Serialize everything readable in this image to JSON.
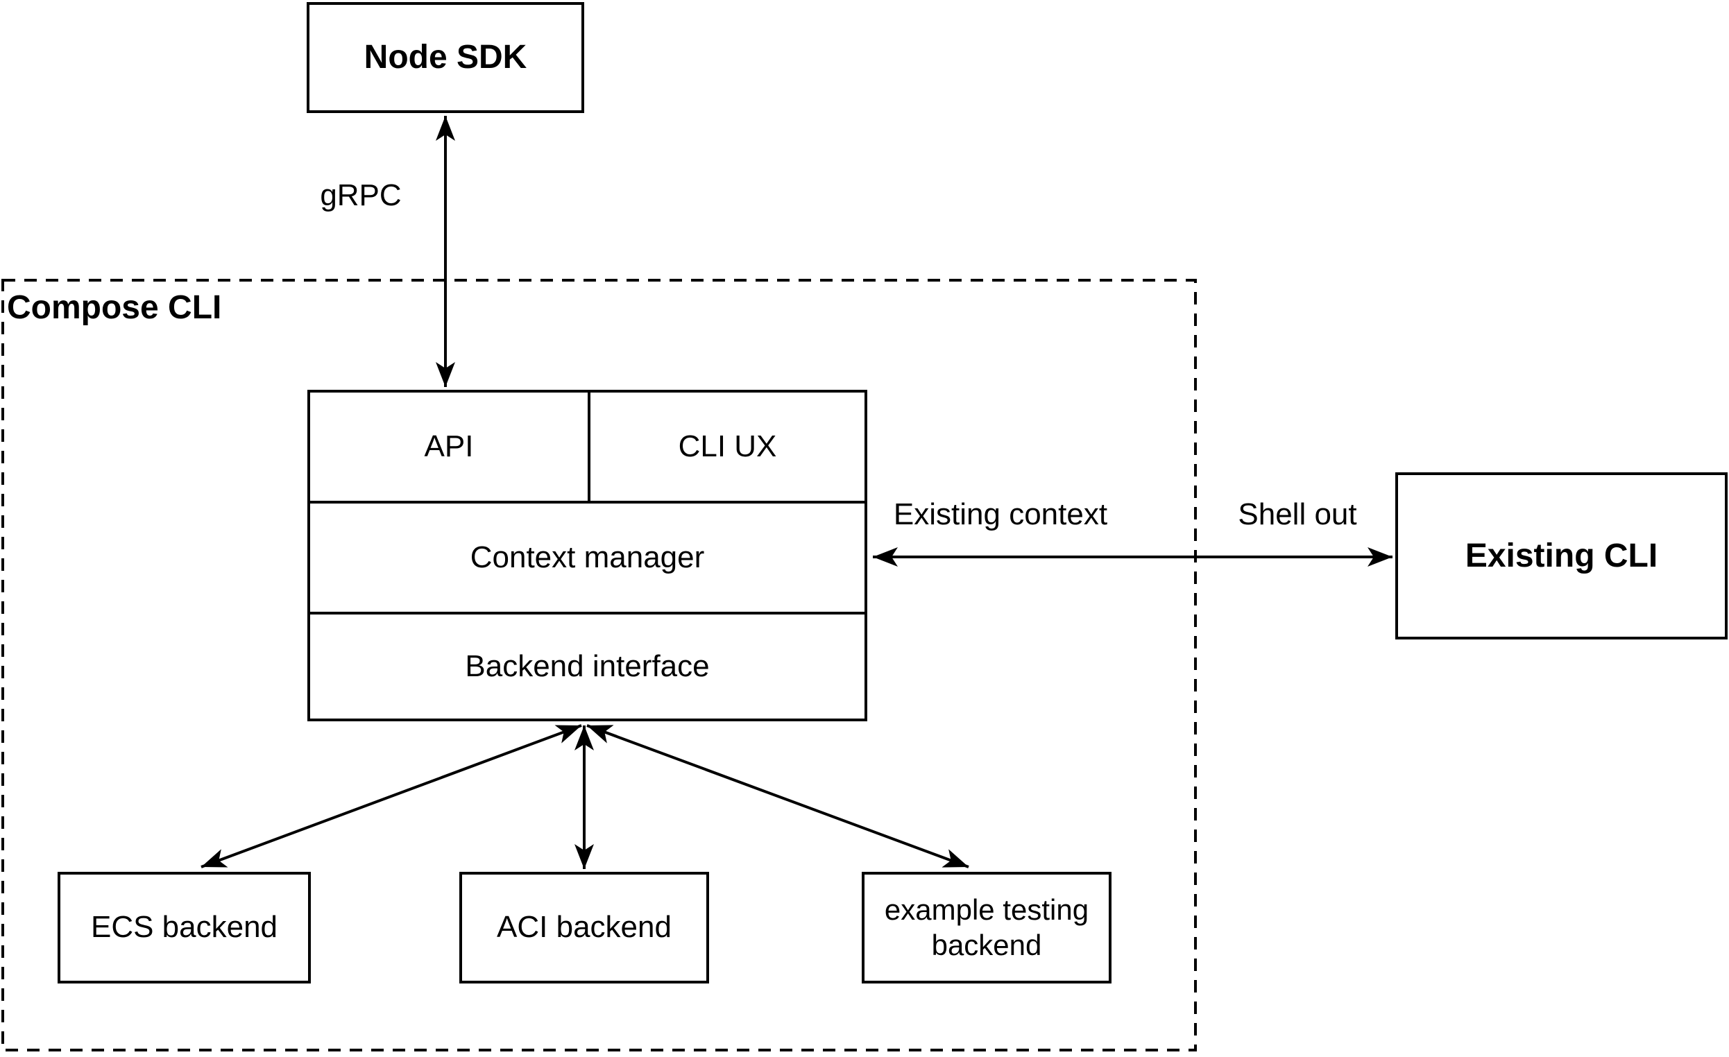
{
  "colors": {
    "stroke": "#000000",
    "background": "#ffffff",
    "text": "#000000"
  },
  "nodes": {
    "node_sdk": {
      "label": "Node SDK"
    },
    "compose_cli_container": {
      "label": "Compose CLI"
    },
    "cli_stack": {
      "api": {
        "label": "API"
      },
      "cli_ux": {
        "label": "CLI UX"
      },
      "context_manager": {
        "label": "Context manager"
      },
      "backend_interface": {
        "label": "Backend interface"
      }
    },
    "existing_cli": {
      "label": "Existing CLI"
    },
    "ecs_backend": {
      "label": "ECS backend"
    },
    "aci_backend": {
      "label": "ACI backend"
    },
    "example_testing_backend": {
      "label": "example testing backend"
    }
  },
  "edges": {
    "grpc": {
      "label": "gRPC",
      "type": "double-arrow"
    },
    "existing_context": {
      "label": "Existing context",
      "type": "double-arrow"
    },
    "shell_out": {
      "label": "Shell out"
    },
    "backend_ecs": {
      "type": "double-arrow"
    },
    "backend_aci": {
      "type": "double-arrow"
    },
    "backend_example": {
      "type": "double-arrow"
    }
  }
}
